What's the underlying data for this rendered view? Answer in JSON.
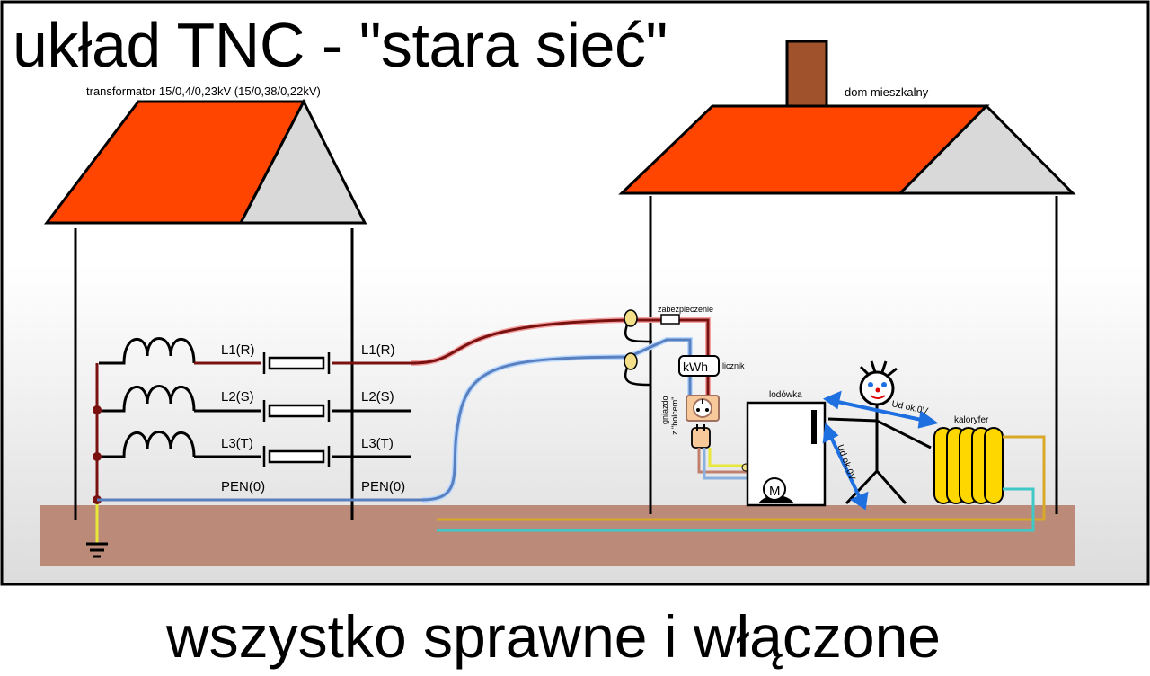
{
  "title": "układ TNC - \"stara sieć\"",
  "caption": "wszystko sprawne i włączone",
  "labels": {
    "transformer": "transformator 15/0,4/0,23kV (15/0,38/0,22kV)",
    "house": "dom mieszkalny",
    "l1_left": "L1(R)",
    "l2_left": "L2(S)",
    "l3_left": "L3(T)",
    "pen_left": "PEN(0)",
    "l1_right": "L1(R)",
    "l2_right": "L2(S)",
    "l3_right": "L3(T)",
    "pen_right": "PEN(0)",
    "fuse": "zabezpieczenie",
    "meter": "kWh",
    "meter_label": "licznik",
    "socket_line1": "gniazdo",
    "socket_line2": "z \"bolcem\"",
    "fridge": "lodówka",
    "motor": "M",
    "radiator": "kaloryfer",
    "voltage_hand": "Ud ok.0V",
    "voltage_feet": "Ud ok.0V"
  },
  "colors": {
    "roof": "#ff4500",
    "roof_side": "#d9d9d9",
    "chimney": "#a0522d",
    "ground": "#bc8a78",
    "phase_wire": "#7a1111",
    "pen_wire": "#5a7fbf",
    "earth_wire": "#e8e83a",
    "pipe_gold": "#d8a828",
    "pipe_cyan": "#40c8c8",
    "voltage_arrow": "#1e6fe0",
    "radiator": "#ffd700"
  }
}
